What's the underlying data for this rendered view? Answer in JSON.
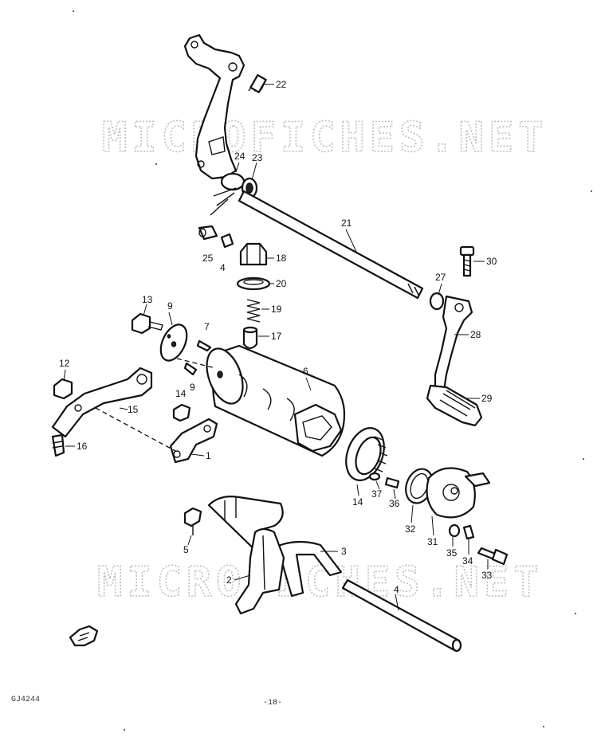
{
  "watermark": {
    "top": "MICROFICHES.NET",
    "bottom": "MICROFICHES.NET"
  },
  "callouts": [
    {
      "id": "c22",
      "text": "22"
    },
    {
      "id": "c24",
      "text": "24"
    },
    {
      "id": "c23",
      "text": "23"
    },
    {
      "id": "c21",
      "text": "21"
    },
    {
      "id": "c25",
      "text": "25"
    },
    {
      "id": "c4a",
      "text": "4"
    },
    {
      "id": "c18",
      "text": "18"
    },
    {
      "id": "c20",
      "text": "20"
    },
    {
      "id": "c19",
      "text": "19"
    },
    {
      "id": "c17",
      "text": "17"
    },
    {
      "id": "c30",
      "text": "30"
    },
    {
      "id": "c27",
      "text": "27"
    },
    {
      "id": "c28",
      "text": "28"
    },
    {
      "id": "c29",
      "text": "29"
    },
    {
      "id": "c13",
      "text": "13"
    },
    {
      "id": "c9a",
      "text": "9"
    },
    {
      "id": "c7",
      "text": "7"
    },
    {
      "id": "c9b",
      "text": "9"
    },
    {
      "id": "c6",
      "text": "6"
    },
    {
      "id": "c12",
      "text": "12"
    },
    {
      "id": "c15",
      "text": "15"
    },
    {
      "id": "c14a",
      "text": "14"
    },
    {
      "id": "c16",
      "text": "16"
    },
    {
      "id": "c1",
      "text": "1"
    },
    {
      "id": "c14b",
      "text": "14"
    },
    {
      "id": "c37",
      "text": "37"
    },
    {
      "id": "c36",
      "text": "36"
    },
    {
      "id": "c32",
      "text": "32"
    },
    {
      "id": "c31",
      "text": "31"
    },
    {
      "id": "c35",
      "text": "35"
    },
    {
      "id": "c34",
      "text": "34"
    },
    {
      "id": "c33",
      "text": "33"
    },
    {
      "id": "c5",
      "text": "5"
    },
    {
      "id": "c3",
      "text": "3"
    },
    {
      "id": "c2",
      "text": "2"
    },
    {
      "id": "c4b",
      "text": "4"
    }
  ],
  "footer": {
    "code": "GJ4244",
    "page": "-18-"
  }
}
